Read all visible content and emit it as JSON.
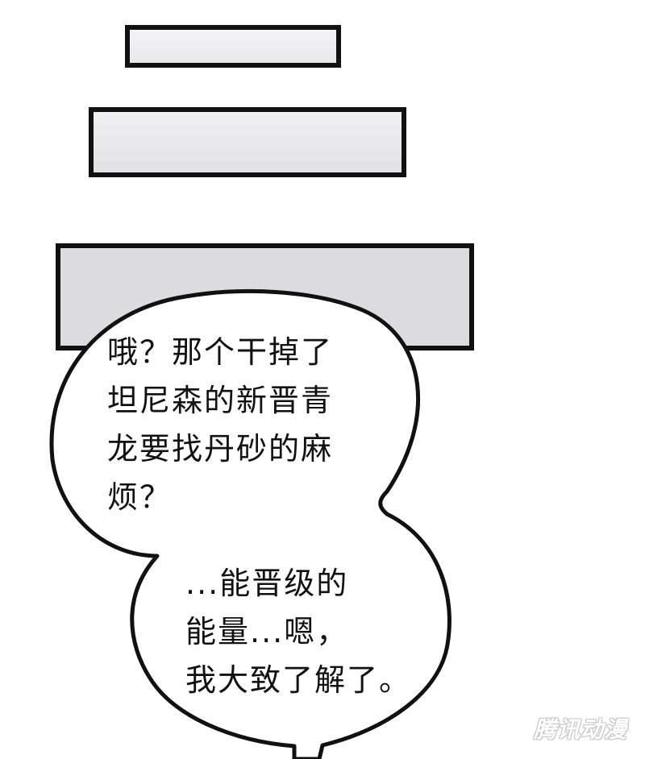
{
  "speech_bubble": {
    "lines_top": [
      "哦？那个干掉了",
      "坦尼森的新晋青",
      "龙要找丹砂的麻",
      "烦？"
    ],
    "lines_bottom": [
      "...能晋级的",
      "能量...嗯，",
      "我大致了解了。"
    ]
  },
  "watermark": {
    "text": "腾讯动漫"
  },
  "colors": {
    "outline": "#111111",
    "box_fill": "#e2e2e5",
    "bubble_fill": "#ffffff"
  }
}
